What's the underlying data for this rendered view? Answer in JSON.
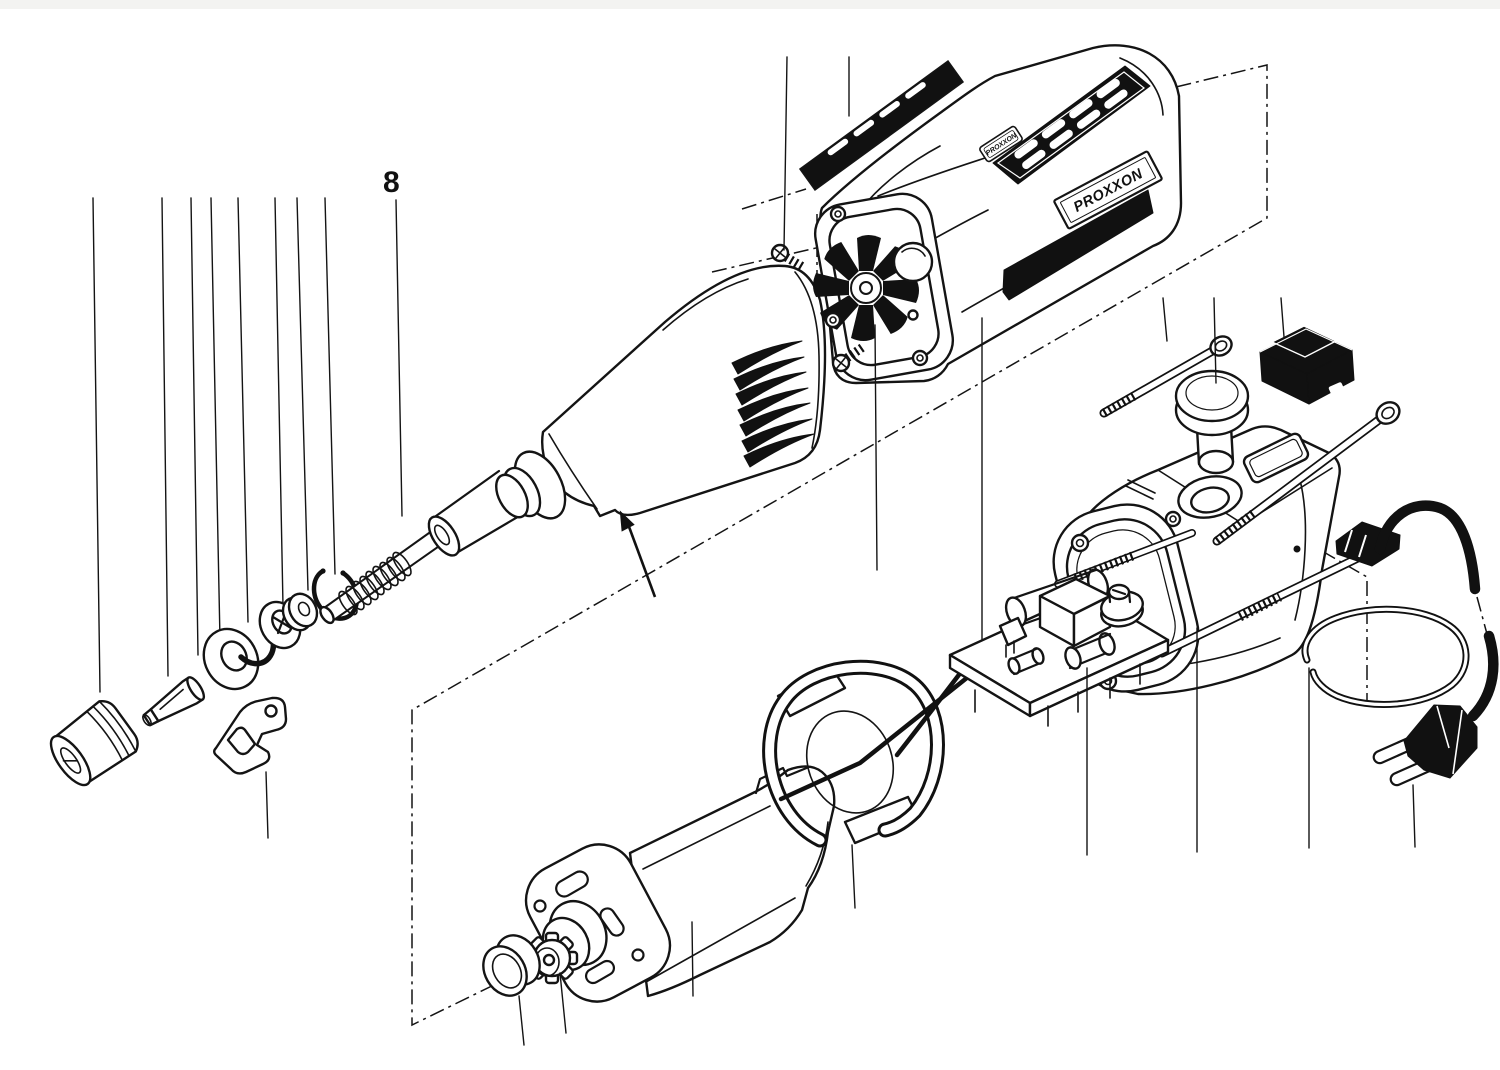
{
  "figure": {
    "item_number": "8"
  },
  "branding": {
    "side_logo": "PROXXON",
    "top_label": "PROXXON"
  },
  "colors": {
    "ink": "#141414",
    "background": "#ffffff",
    "solid_black": "#111111",
    "page_edge": "#f3f3f1"
  }
}
